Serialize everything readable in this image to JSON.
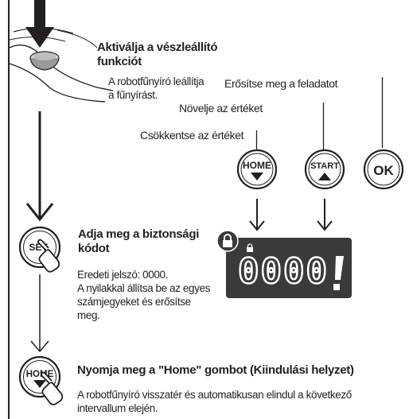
{
  "step1": {
    "title_line1": "Aktiválja a vészleállító",
    "title_line2": "funkciót",
    "desc_line1": "A robotfűnyíró leállítja",
    "desc_line2": "a fűnyírást."
  },
  "callouts": {
    "confirm": "Erősítse meg a feladatot",
    "increase": "Növelje az értéket",
    "decrease": "Csökkentse az értéket"
  },
  "buttons": {
    "home": "HOME",
    "start": "START",
    "ok": "OK",
    "set": "SET"
  },
  "display": {
    "digits": "0000",
    "colors": {
      "panel": "#3a3a3a",
      "segment": "#ffffff",
      "lock_badge": "#3a3a3a"
    }
  },
  "step2": {
    "title_line1": "Adja meg a biztonsági",
    "title_line2": "kódot",
    "desc_lines": [
      "Eredeti jelszó: 0000.",
      "A nyilakkal állítsa be az egyes",
      "számjegyeket és erősítse",
      "meg."
    ]
  },
  "step3": {
    "title": "Nyomja meg a \"Home\" gombot (Kiindulási helyzet)",
    "desc_line1": "A robotfűnyíró visszatér és automatikusan elindul a következő",
    "desc_line2": "intervallum elején."
  },
  "icons": [
    "down-arrow-icon",
    "lock-icon",
    "hand-icon",
    "mower-button-illustration"
  ]
}
